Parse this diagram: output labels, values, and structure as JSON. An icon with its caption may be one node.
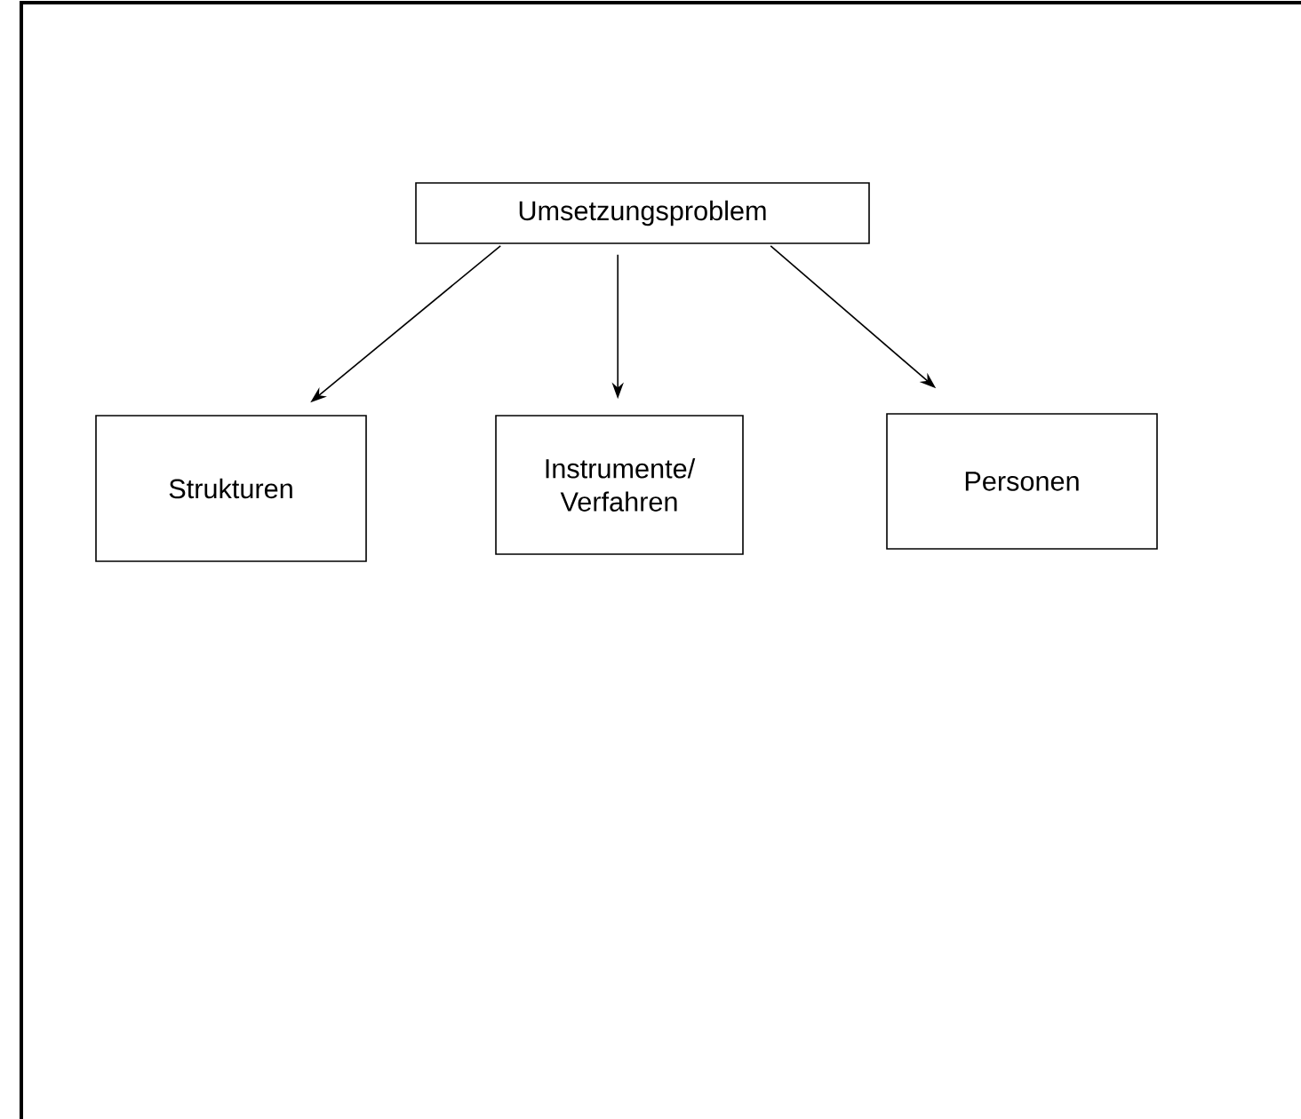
{
  "diagram": {
    "nodes": [
      {
        "text": [
          "Umsetzungsproblem"
        ]
      },
      {
        "text": [
          "Strukturen"
        ]
      },
      {
        "text": [
          "Instrumente/ Verfahren"
        ]
      },
      {
        "text": [
          "Personen"
        ]
      }
    ],
    "edges": [
      {
        "from": 0,
        "to": 1,
        "arrow": "to"
      },
      {
        "from": 0,
        "to": 2,
        "arrow": "to"
      },
      {
        "from": 0,
        "to": 3,
        "arrow": "to"
      }
    ]
  }
}
